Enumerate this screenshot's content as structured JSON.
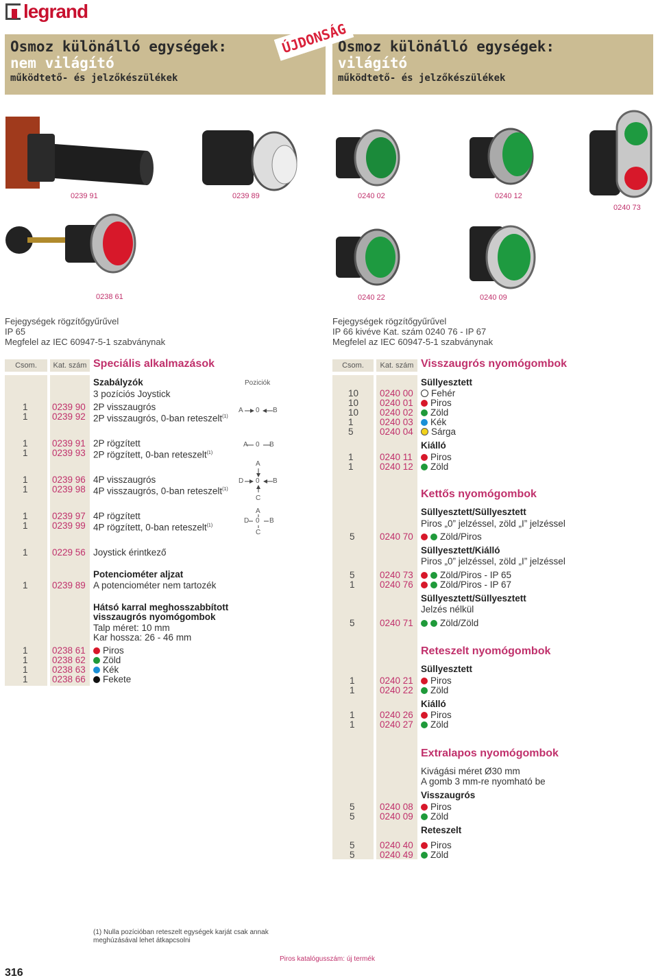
{
  "brand": "legrand",
  "badge": "ÚJDONSÁG",
  "left_title": {
    "line1": "Osmoz különálló egységek:",
    "line2": "nem világító",
    "line3": "működtető- és jelzőkészülékek"
  },
  "right_title": {
    "line1": "Osmoz különálló egységek:",
    "line2": "világító",
    "line3": "működtető- és jelzőkészülékek"
  },
  "photo_codes": {
    "a": "0239 91",
    "b": "0239 89",
    "c": "0240 02",
    "d": "0240 12",
    "e": "0240 73",
    "f": "0238 61",
    "g": "0240 22",
    "h": "0240 09"
  },
  "left_desc": [
    "Fejegységek rögzítőgyűrűvel",
    "IP 65",
    "Megfelel az IEC 60947-5-1 szabványnak"
  ],
  "right_desc": [
    "Fejegységek rögzítőgyűrűvel",
    "IP 66 kivéve Kat. szám 0240 76 - IP 67",
    "Megfelel az IEC 60947-5-1 szabványnak"
  ],
  "header": {
    "csom": "Csom.",
    "kat": "Kat. szám",
    "left_section": "Speciális alkalmazások",
    "right_section": "Visszaugrós nyomógombok",
    "poziciok": "Poziciók"
  },
  "left_rows": {
    "h_szabalyzok": "Szabályzók",
    "h_joystick": "3 pozíciós Joystick",
    "r1": {
      "q": "1",
      "c": "0239 90",
      "t": "2P visszaugrós"
    },
    "r2": {
      "q": "1",
      "c": "0239 92",
      "t": "2P visszaugrós, 0-ban reteszelt"
    },
    "r3": {
      "q": "1",
      "c": "0239 91",
      "t": "2P rögzített"
    },
    "r4": {
      "q": "1",
      "c": "0239 93",
      "t": "2P rögzített, 0-ban reteszelt"
    },
    "r5": {
      "q": "1",
      "c": "0239 96",
      "t": "4P visszaugrós"
    },
    "r6": {
      "q": "1",
      "c": "0239 98",
      "t": "4P visszaugrós, 0-ban reteszelt"
    },
    "r7": {
      "q": "1",
      "c": "0239 97",
      "t": "4P rögzített"
    },
    "r8": {
      "q": "1",
      "c": "0239 99",
      "t": "4P rögzített, 0-ban reteszelt"
    },
    "r9": {
      "q": "1",
      "c": "0229 56",
      "t": "Joystick érintkező"
    },
    "h_pot": "Potenciométer aljzat",
    "r10": {
      "q": "1",
      "c": "0239 89",
      "t": "A potenciométer nem tartozék"
    },
    "h_hatso1": "Hátsó karral meghosszabbított",
    "h_hatso2": "visszaugrós nyomógombok",
    "talp": "Talp méret: 10 mm",
    "kar": "Kar hossza: 26 - 46 mm",
    "r11": {
      "q": "1",
      "c": "0238 61",
      "t": "Piros"
    },
    "r12": {
      "q": "1",
      "c": "0238 62",
      "t": "Zöld"
    },
    "r13": {
      "q": "1",
      "c": "0238 63",
      "t": "Kék"
    },
    "r14": {
      "q": "1",
      "c": "0238 66",
      "t": "Fekete"
    },
    "sup": "(1)"
  },
  "positions": {
    "a": "A",
    "zero": "0",
    "b": "B",
    "c": "C",
    "d": "D"
  },
  "right_rows": {
    "h_sully": "Süllyesztett",
    "r1": {
      "q": "10",
      "c": "0240 00",
      "t": "Fehér"
    },
    "r2": {
      "q": "10",
      "c": "0240 01",
      "t": "Piros"
    },
    "r3": {
      "q": "10",
      "c": "0240 02",
      "t": "Zöld"
    },
    "r4": {
      "q": "1",
      "c": "0240 03",
      "t": "Kék"
    },
    "r5": {
      "q": "5",
      "c": "0240 04",
      "t": "Sárga"
    },
    "h_kiallo": "Kiálló",
    "r6": {
      "q": "1",
      "c": "0240 11",
      "t": "Piros"
    },
    "r7": {
      "q": "1",
      "c": "0240 12",
      "t": "Zöld"
    },
    "sec_kettos": "Kettős nyomógombok",
    "h_ss": "Süllyesztett/Süllyesztett",
    "d_ss": "Piros „0” jelzéssel, zöld „I” jelzéssel",
    "r8": {
      "q": "5",
      "c": "0240 70",
      "t": "Zöld/Piros"
    },
    "h_sk": "Süllyesztett/Kiálló",
    "d_sk": "Piros „0” jelzéssel, zöld „I” jelzéssel",
    "r9": {
      "q": "5",
      "c": "0240 73",
      "t": "Zöld/Piros - IP 65"
    },
    "r10": {
      "q": "1",
      "c": "0240 76",
      "t": "Zöld/Piros - IP 67"
    },
    "h_ss2": "Süllyesztett/Süllyesztett",
    "d_ss2": "Jelzés nélkül",
    "r11": {
      "q": "5",
      "c": "0240 71",
      "t": "Zöld/Zöld"
    },
    "sec_retesz": "Reteszelt nyomógombok",
    "h_sully2": "Süllyesztett",
    "r12": {
      "q": "1",
      "c": "0240 21",
      "t": "Piros"
    },
    "r13": {
      "q": "1",
      "c": "0240 22",
      "t": "Zöld"
    },
    "h_kiallo2": "Kiálló",
    "r14": {
      "q": "1",
      "c": "0240 26",
      "t": "Piros"
    },
    "r15": {
      "q": "1",
      "c": "0240 27",
      "t": "Zöld"
    },
    "sec_extra": "Extralapos nyomógombok",
    "d_kiv": "Kivágási méret Ø30 mm",
    "d_gomb": "A gomb 3 mm-re nyomható be",
    "h_vissza": "Visszaugrós",
    "r16": {
      "q": "5",
      "c": "0240 08",
      "t": "Piros"
    },
    "r17": {
      "q": "5",
      "c": "0240 09",
      "t": "Zöld"
    },
    "h_retesz": "Reteszelt",
    "r18": {
      "q": "5",
      "c": "0240 40",
      "t": "Piros"
    },
    "r19": {
      "q": "5",
      "c": "0240 49",
      "t": "Zöld"
    }
  },
  "footnote": [
    "(1) Nulla pozícióban reteszelt egységek karját csak annak",
    "meghúzásával lehet átkapcsolni"
  ],
  "footer_note": "Piros katalógusszám: új termék",
  "page_number": "316",
  "colors": {
    "red": "#d7182a",
    "green": "#1f9a3a",
    "blue": "#1a8fd6",
    "yellow": "#f2d21b",
    "black": "#111111",
    "accent": "#c0306b",
    "band": "#cbbc93"
  }
}
